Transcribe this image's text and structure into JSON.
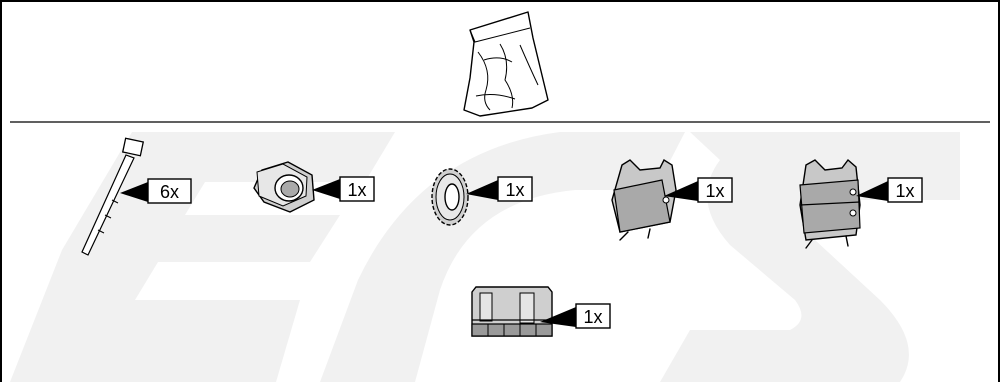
{
  "sheet": {
    "packaging_icon": "plastic-bag-icon",
    "watermark_text": "ECS",
    "colors": {
      "line": "#000000",
      "watermark": "#f0f0f0",
      "part_fill": "#d6d6d6"
    }
  },
  "parts": [
    {
      "icon": "cable-tie-icon",
      "quantity": "6x"
    },
    {
      "icon": "hex-nut-icon",
      "quantity": "1x"
    },
    {
      "icon": "serrated-lock-washer-icon",
      "quantity": "1x"
    },
    {
      "icon": "connector-clip-icon",
      "quantity": "1x"
    },
    {
      "icon": "double-connector-clip-icon",
      "quantity": "1x"
    },
    {
      "icon": "connector-housing-icon",
      "quantity": "1x"
    }
  ]
}
